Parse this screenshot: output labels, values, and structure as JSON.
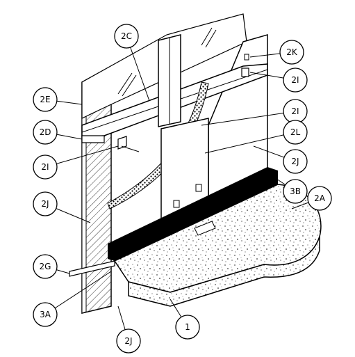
{
  "callouts": [
    {
      "id": "2C",
      "label": "2C"
    },
    {
      "id": "2K",
      "label": "2K"
    },
    {
      "id": "2I_top",
      "label": "2I"
    },
    {
      "id": "2E",
      "label": "2E"
    },
    {
      "id": "2I_mid",
      "label": "2I"
    },
    {
      "id": "2L",
      "label": "2L"
    },
    {
      "id": "2D",
      "label": "2D"
    },
    {
      "id": "2J_right",
      "label": "2J"
    },
    {
      "id": "2I_left",
      "label": "2I"
    },
    {
      "id": "3B",
      "label": "3B"
    },
    {
      "id": "2A",
      "label": "2A"
    },
    {
      "id": "2J_left",
      "label": "2J"
    },
    {
      "id": "2G",
      "label": "2G"
    },
    {
      "id": "3A",
      "label": "3A"
    },
    {
      "id": "1",
      "label": "1"
    },
    {
      "id": "2J_bottom",
      "label": "2J"
    }
  ]
}
